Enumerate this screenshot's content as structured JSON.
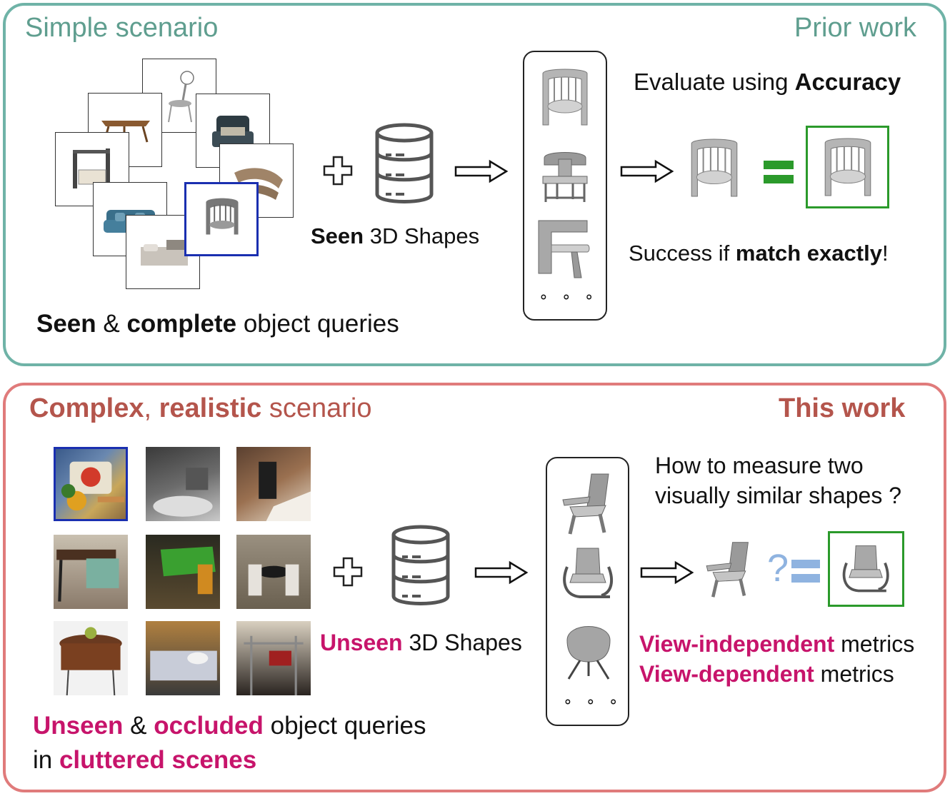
{
  "top": {
    "title": "Simple scenario",
    "corner": "Prior work",
    "queries_bold1": "Seen",
    "queries_amp": " & ",
    "queries_bold2": "complete",
    "queries_rest": " object queries",
    "shapes_bold": "Seen",
    "shapes_rest": " 3D Shapes",
    "eval_prefix": "Evaluate using ",
    "eval_bold": "Accuracy",
    "success_prefix": "Success if ",
    "success_bold": "match exactly",
    "success_suffix": "!",
    "equals": "=",
    "dots": "∘ ∘ ∘"
  },
  "bottom": {
    "title_bold1": "Complex",
    "title_comma": ", ",
    "title_bold2": "realistic",
    "title_rest": " scenario",
    "corner": "This work",
    "question_line1": "How to measure two",
    "question_line2": "visually similar shapes ?",
    "shapes_bold": "Unseen",
    "shapes_rest": " 3D Shapes",
    "metric1_bold": "View-independent",
    "metric1_rest": " metrics",
    "metric2_bold": "View-dependent",
    "metric2_rest": " metrics",
    "queries_bold1": "Unseen",
    "queries_amp": " & ",
    "queries_bold2": "occluded",
    "queries_rest": " object queries",
    "scenes_prefix": "in ",
    "scenes_bold": "cluttered scenes",
    "question_mark": "?",
    "equals": "=",
    "dots": "∘ ∘ ∘"
  },
  "colors": {
    "teal": "#6fb3a7",
    "salmon": "#e07b7b",
    "magenta": "#c7146b",
    "match_green": "#2b9a2b",
    "query_blue": "#1a2fb0",
    "light_blue": "#8fb3e0"
  }
}
